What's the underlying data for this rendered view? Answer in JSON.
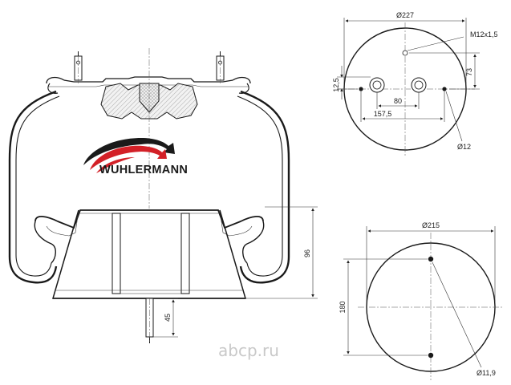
{
  "brand": {
    "name": "WUHLERMANN",
    "accent_color": "#d32027"
  },
  "top_view": {
    "diameter": "Ø227",
    "thread": "M12x1,5",
    "dim_73": "73",
    "dim_12_5": "12,5",
    "dim_80": "80",
    "dim_157_5": "157,5",
    "hole": "Ø12"
  },
  "bottom_view": {
    "diameter": "Ø215",
    "dim_180": "180",
    "hole": "Ø11,9"
  },
  "side_view": {
    "dim_96": "96",
    "dim_45": "45"
  },
  "watermark": {
    "text": "аbcp.ru"
  }
}
